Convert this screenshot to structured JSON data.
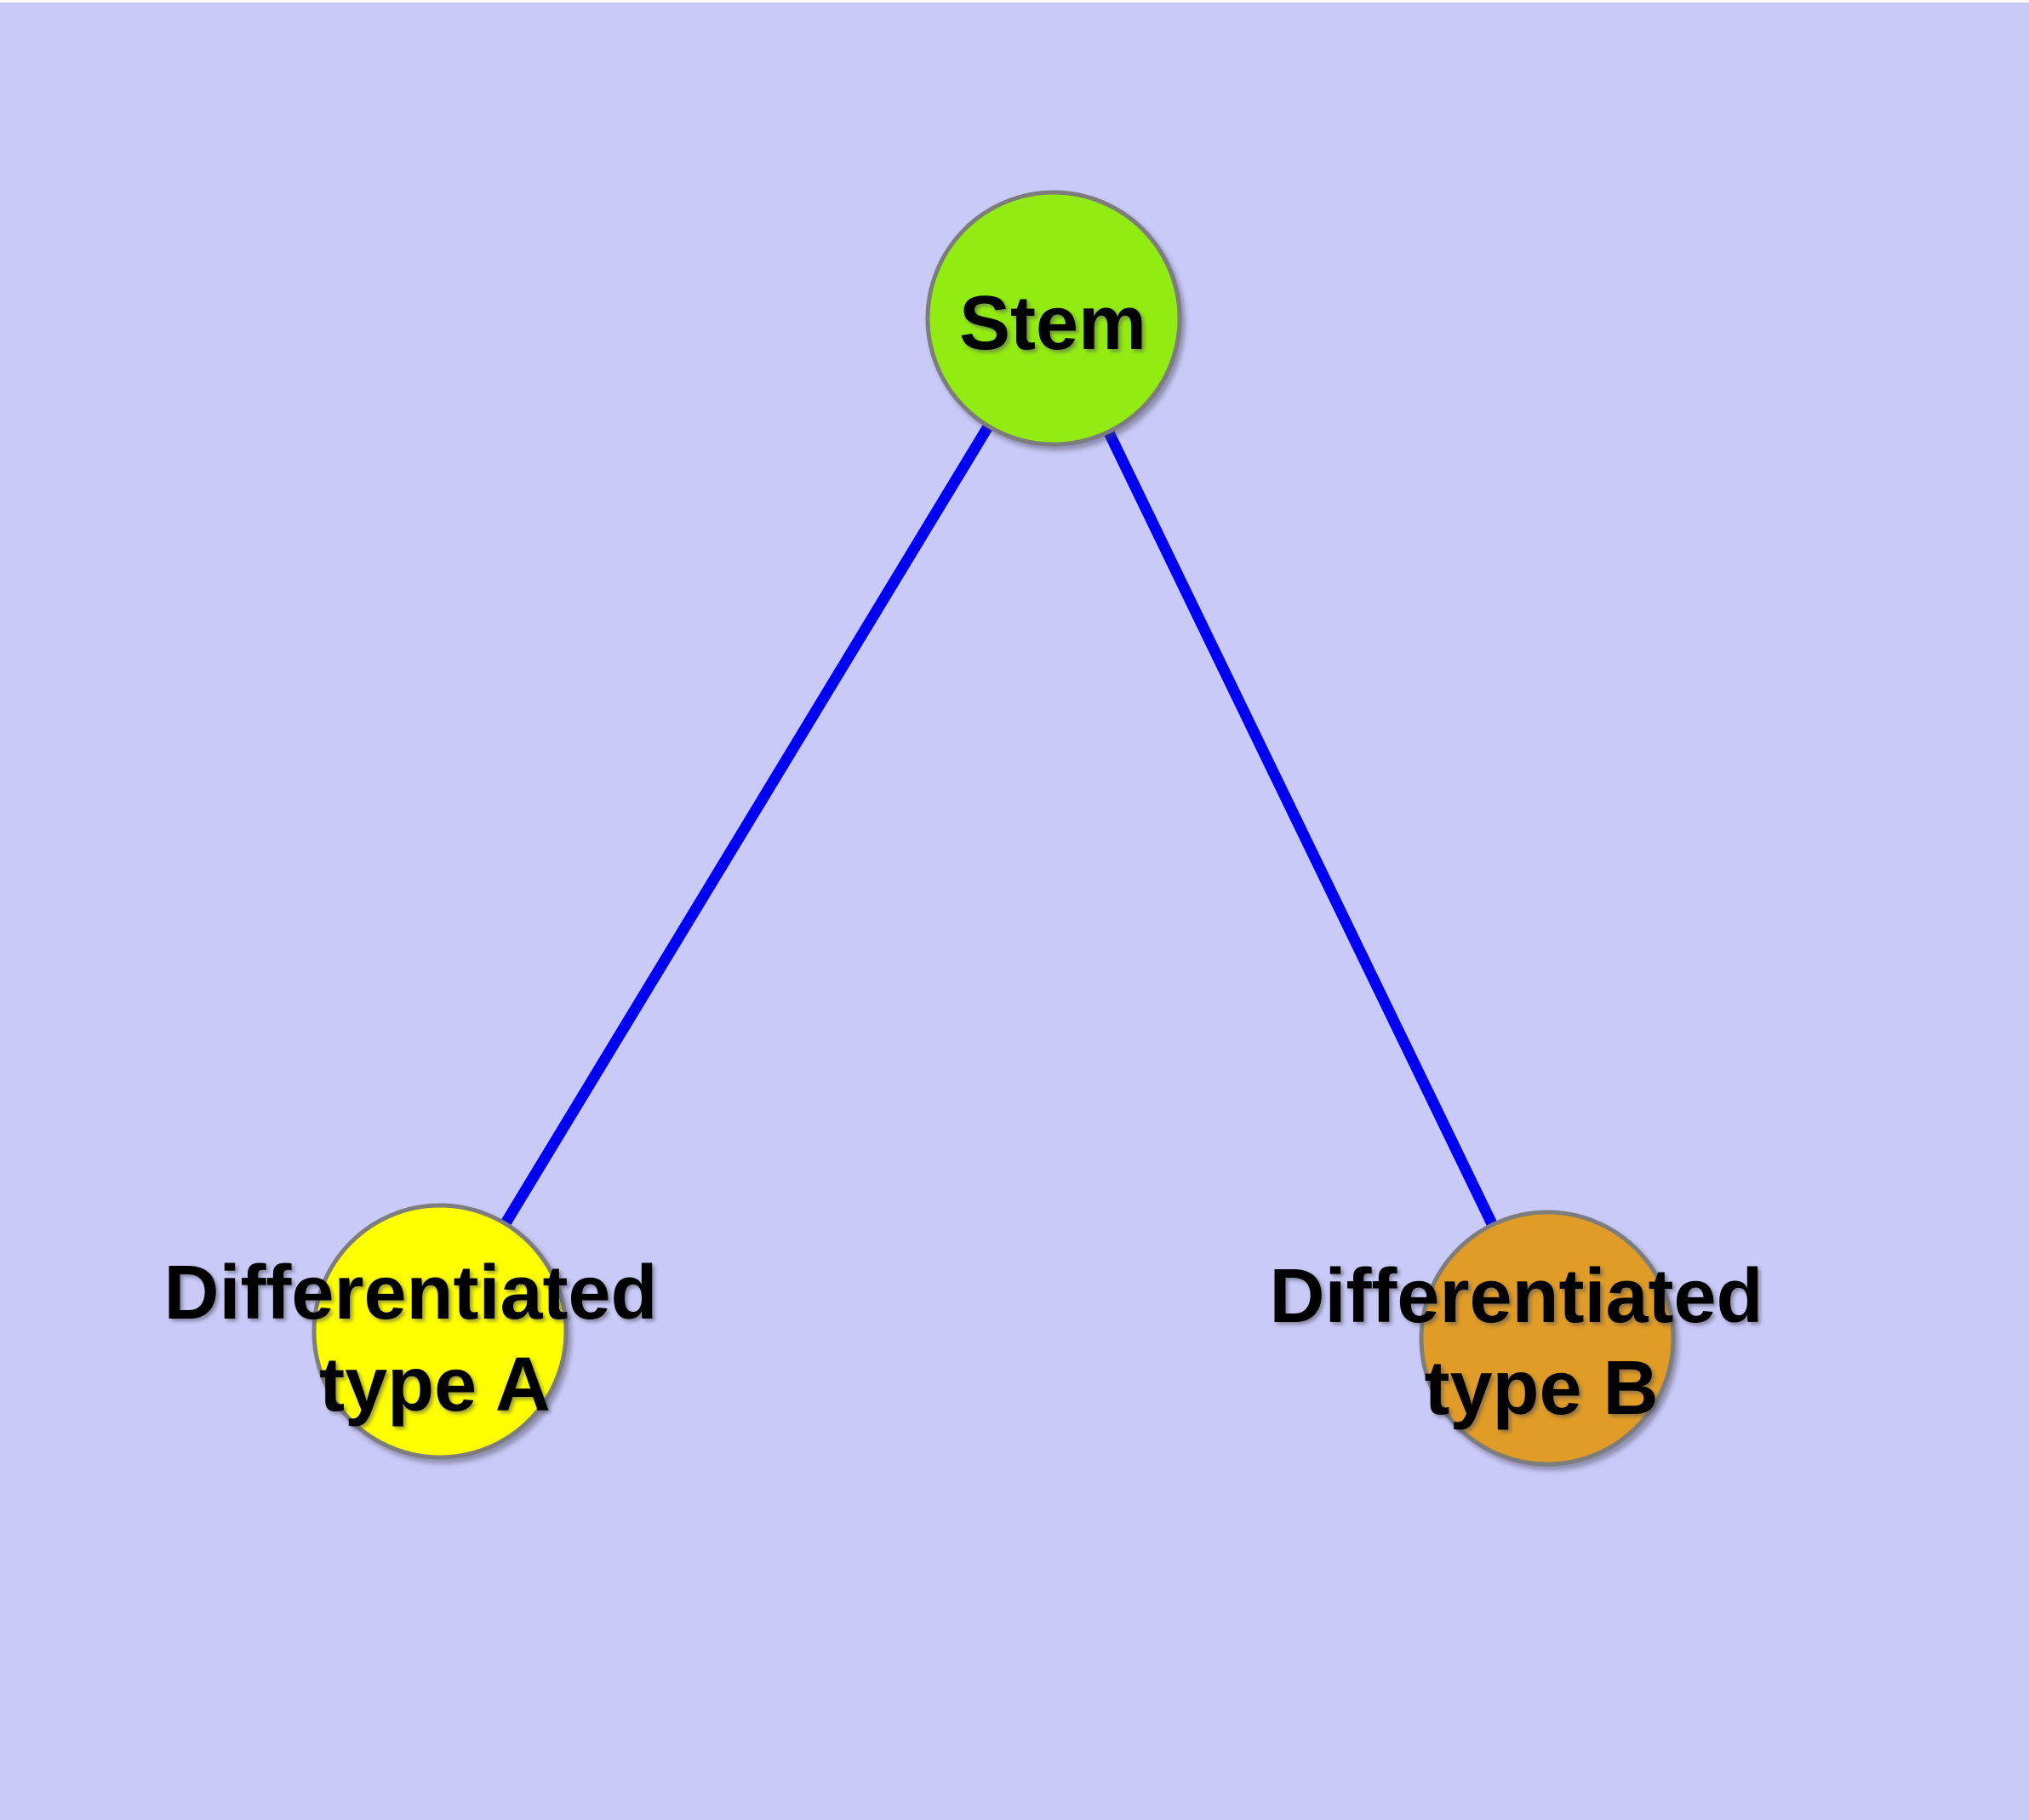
{
  "figure": {
    "type": "node-link-diagram",
    "description": "Cell differentiation hierarchy: a Stem node with edges to two differentiated cell type nodes",
    "background_color": "#CACAF8",
    "top_strip_color": "#FFFFFF",
    "edge_color": "#0000F2",
    "node_border_color": "#7D7D7D",
    "label_color": "#000000"
  },
  "nodes": [
    {
      "id": "stem",
      "label": "Stem",
      "fill": "#93EC11",
      "border": "#7D7D7D"
    },
    {
      "id": "differentiated-type-a",
      "label": "Differentiated type A",
      "label_line1": "Differentiated",
      "label_line2": "type A",
      "fill": "#FFFF00",
      "border": "#7D7D7D"
    },
    {
      "id": "differentiated-type-b",
      "label": "Differentiated type B",
      "label_line1": "Differentiated",
      "label_line2": "type B",
      "fill": "#E09C26",
      "border": "#7D7D7D"
    }
  ],
  "edges": [
    {
      "from": "Stem",
      "to": "Differentiated type A",
      "color": "#0000F2"
    },
    {
      "from": "Stem",
      "to": "Differentiated type B",
      "color": "#0000F2"
    }
  ]
}
